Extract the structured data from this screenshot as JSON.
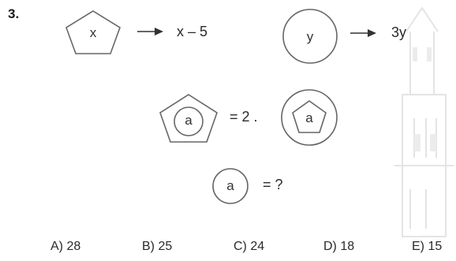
{
  "question": {
    "number": "3.",
    "rule1": {
      "symbol_label": "x",
      "result": "x – 5"
    },
    "rule2": {
      "symbol_label": "y",
      "result": "3y"
    },
    "equation": {
      "left_label": "a",
      "equals_text": "= 2 .",
      "right_label": "a"
    },
    "query": {
      "label": "a",
      "text": "= ?"
    }
  },
  "options": [
    {
      "text": "A) 28"
    },
    {
      "text": "B) 25"
    },
    {
      "text": "C) 24"
    },
    {
      "text": "D) 18"
    },
    {
      "text": "E) 15"
    }
  ],
  "colors": {
    "stroke": "#666666",
    "text": "#2a2a2a",
    "watermark": "#e6e6e6"
  },
  "icons": {
    "pentagon": "pentagon-icon",
    "circle": "circle-icon",
    "arrow": "arrow-right-icon"
  }
}
